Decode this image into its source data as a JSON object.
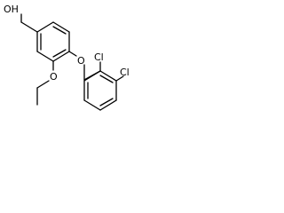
{
  "molecule": {
    "atom_labels": {
      "hydroxyl": "OH",
      "ether_oxygen": "O",
      "ethoxy_oxygen": "O",
      "chlorine_ortho": "Cl",
      "chlorine_para": "Cl"
    },
    "colors": {
      "bond": "#000000",
      "text": "#000000",
      "background": "#ffffff"
    }
  }
}
